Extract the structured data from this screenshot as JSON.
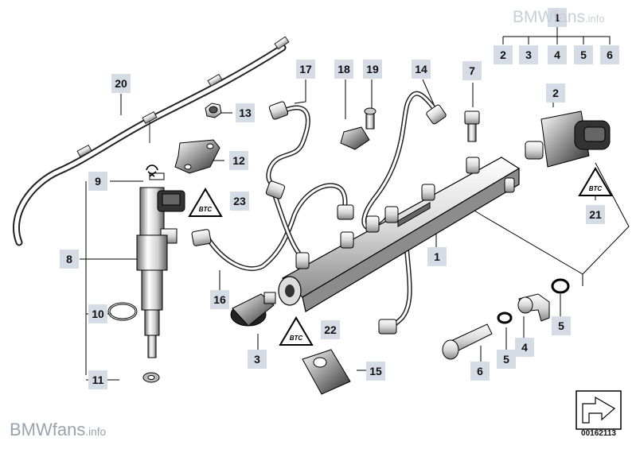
{
  "branding": {
    "site_name": "BMWfans",
    "site_suffix": ".info"
  },
  "diagram_id": "00162113",
  "warning_symbol_text": "BTC",
  "callouts": {
    "c1_top": "1",
    "c2_row": "2",
    "c3_row": "3",
    "c4_row": "4",
    "c5_row": "5",
    "c6_row": "6",
    "c2_reg": "2",
    "c7": "7",
    "c14": "14",
    "c17": "17",
    "c18": "18",
    "c19": "19",
    "c20": "20",
    "c13": "13",
    "c12": "12",
    "c9": "9",
    "c23": "23",
    "c8": "8",
    "c16": "16",
    "c1_rail": "1",
    "c21": "21",
    "c10": "10",
    "c22": "22",
    "c3": "3",
    "c5_right": "5",
    "c4": "4",
    "c5_mid": "5",
    "c6": "6",
    "c15": "15",
    "c11": "11"
  }
}
